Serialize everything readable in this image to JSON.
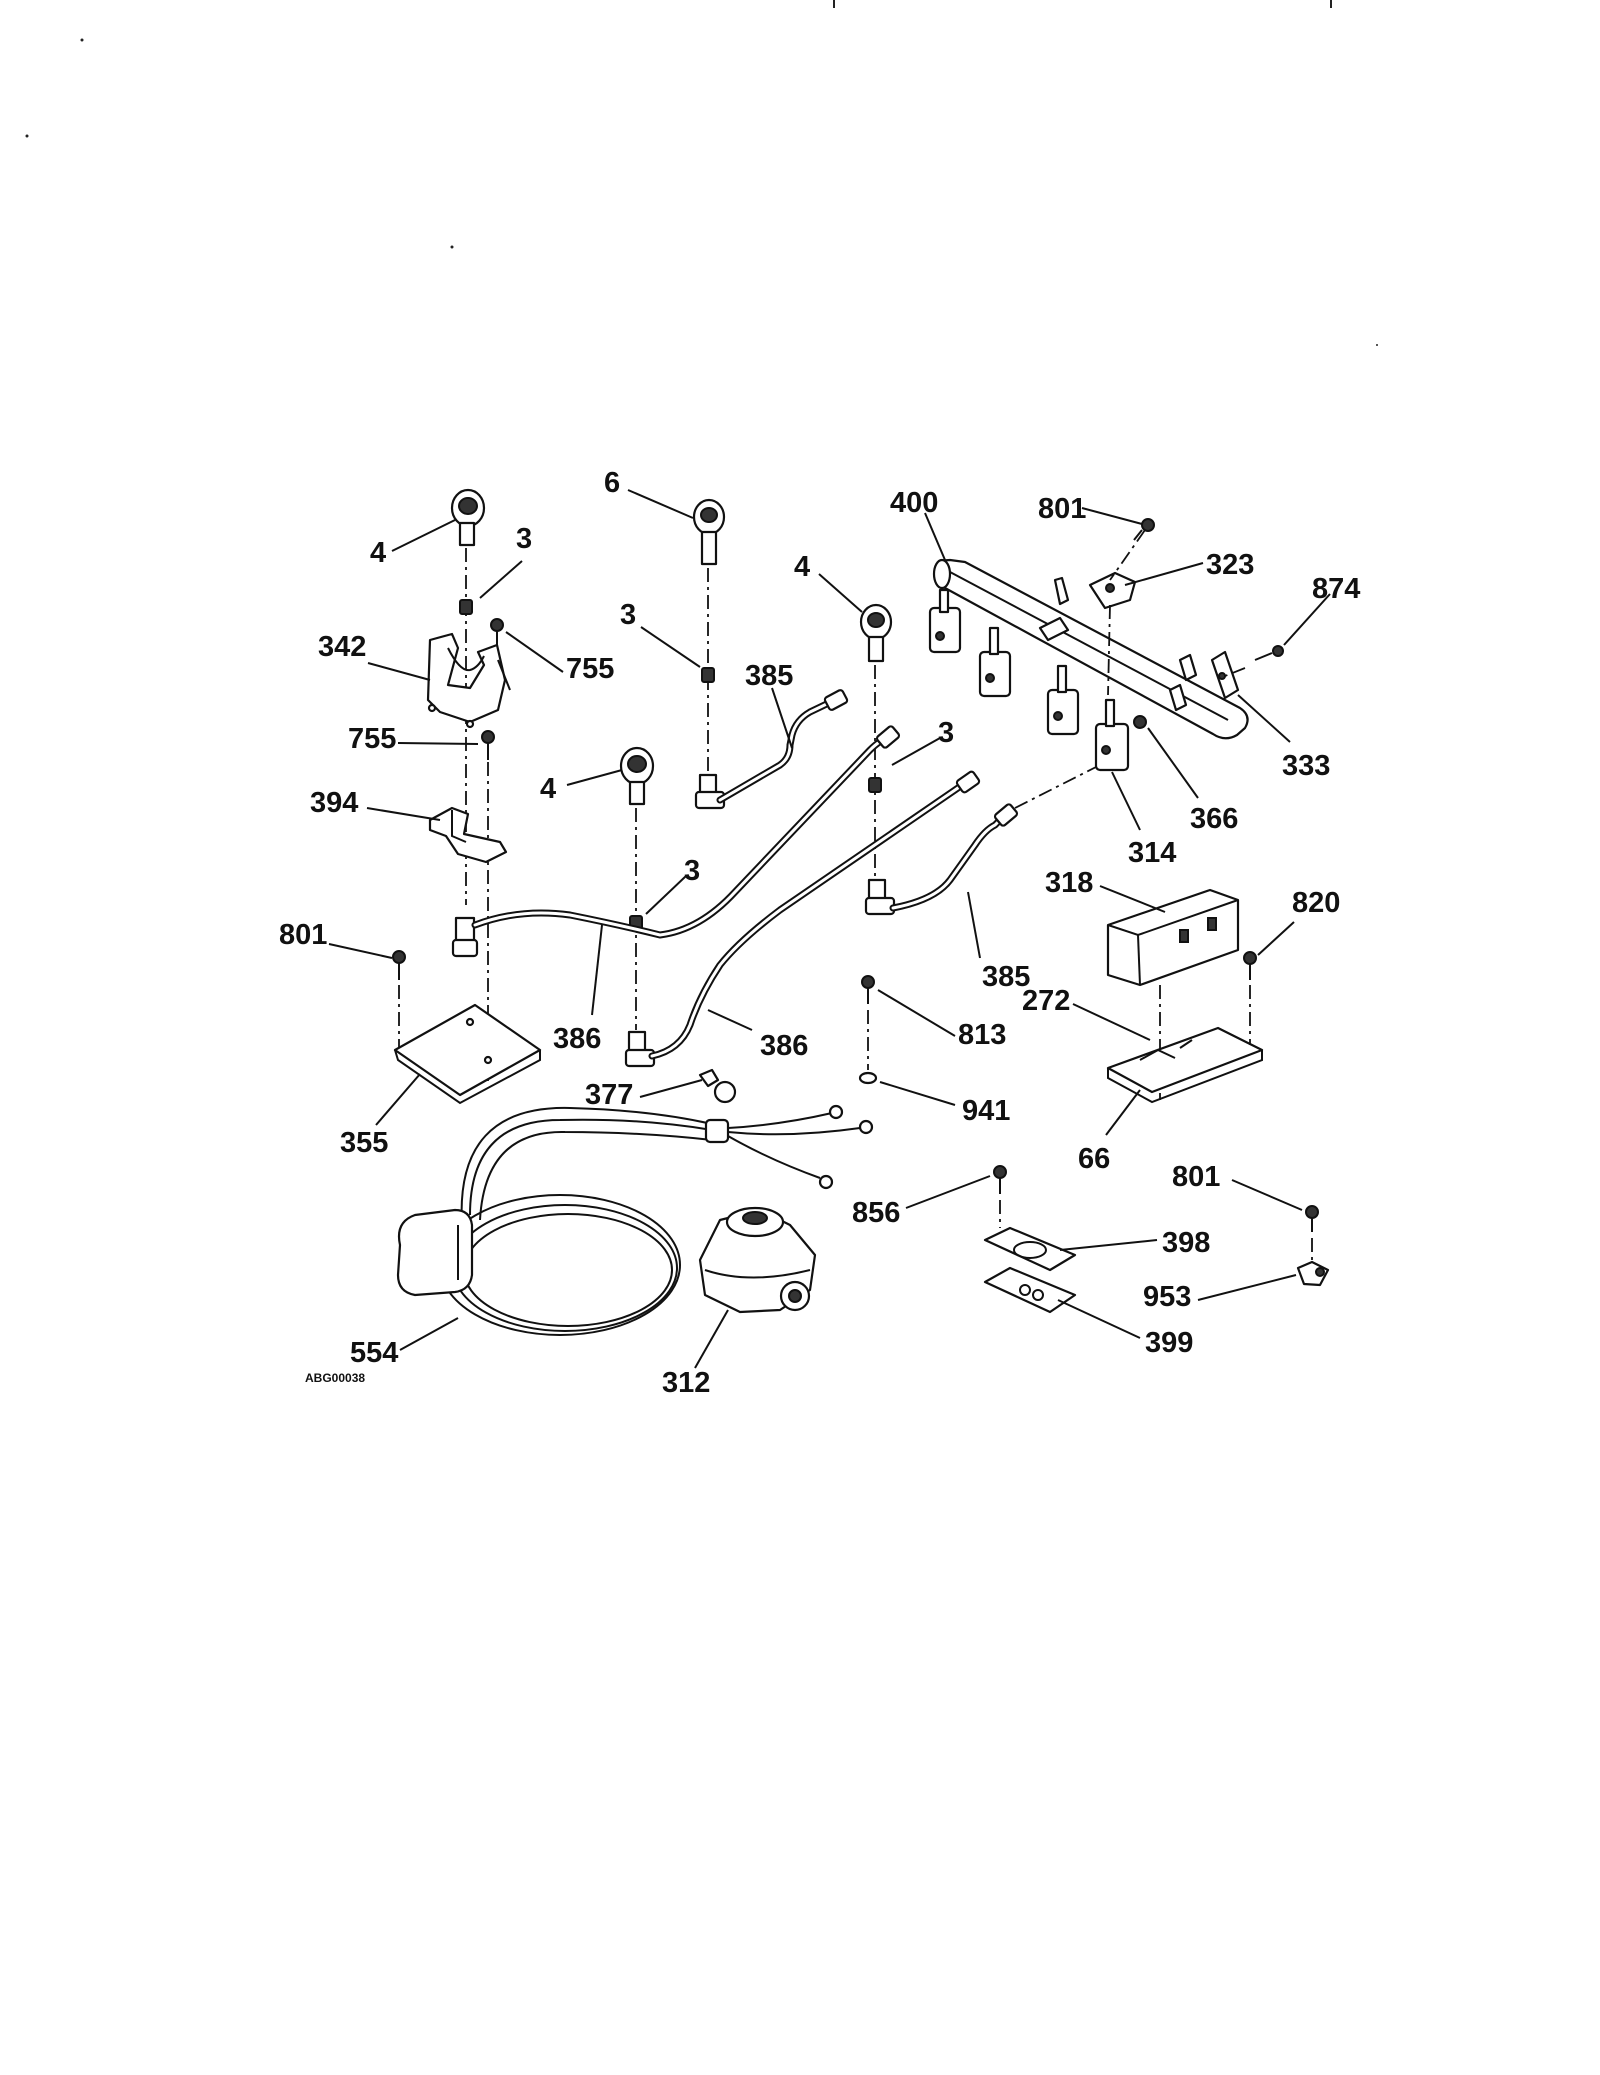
{
  "diagram_code": "ABG00038",
  "callouts": {
    "c4a": "4",
    "c3a": "3",
    "c342": "342",
    "c755a": "755",
    "c755b": "755",
    "c394": "394",
    "c801a": "801",
    "c355": "355",
    "c6": "6",
    "c3b": "3",
    "c385a": "385",
    "c4b": "4",
    "c3c": "3",
    "c4c": "4",
    "c3d": "3",
    "c386a": "386",
    "c386b": "386",
    "c385b": "385",
    "c400": "400",
    "c801b": "801",
    "c323": "323",
    "c874": "874",
    "c333": "333",
    "c366": "366",
    "c314": "314",
    "c318": "318",
    "c820": "820",
    "c272": "272",
    "c66": "66",
    "c813": "813",
    "c941": "941",
    "c377": "377",
    "c856": "856",
    "c398": "398",
    "c399": "399",
    "c801c": "801",
    "c953": "953",
    "c554": "554",
    "c312": "312"
  }
}
